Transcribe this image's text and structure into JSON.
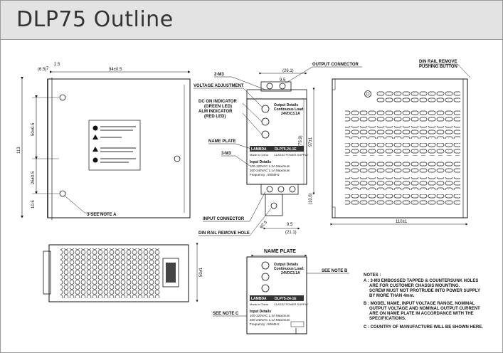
{
  "header": {
    "title": "DLP75 Outline"
  },
  "side_view": {
    "dim_top_a": "(6.5)",
    "dim_top_b": "7",
    "dim_top_c": "2.5",
    "dim_width": "94±0.5",
    "dim_height": "113",
    "dim_upper": "50±0.5",
    "dim_mid": "26±0.5",
    "dim_low": "10.5",
    "note_a": "3-SEE NOTE A"
  },
  "front_view": {
    "label_m3": "2-M3",
    "dim_26": "(26.1)",
    "dim_95": "9.5",
    "output_connector": "OUTPUT CONNECTOR",
    "voltage_adjustment": "VOLTAGE ADJUSTMENT",
    "dc_on_indicator": "DC ON INDICATOR",
    "green_led": "(GREEN LED)",
    "alm_indicator": "ALM INDICATOR",
    "red_led": "(RED LED)",
    "name_plate": "NAME PLATE",
    "label_3m3": "3-M3",
    "dim_97": "97±1",
    "dim_759": "(75.9)",
    "dim_106": "(10.6)",
    "input_connector": "INPUT CONNECTOR",
    "din_rail_remove_hole": "DIN RAIL REMOVE HOLE",
    "dim_95_low": "9.5",
    "dim_211": "(21.1)",
    "dim_phi": "φ2.5"
  },
  "plate": {
    "output_details": "Output Details",
    "continuous_load": "Continuous Load:",
    "continuous_value": "24VDC3.1A",
    "brand": "LAMBDA",
    "model": "DLP75-24-1E",
    "made_in": "Made in China",
    "class_text": "CLASS2 POWER SUPPLY",
    "input_details": "Input Details",
    "input_line1": "100-120VAC 1.3A Maximum",
    "input_line2": "200-240VAC 1.1A Maximum",
    "frequency": "Frequency : 50/60Hz"
  },
  "right_view": {
    "din_rail_remove": "DIN RAIL REMOVE",
    "pushing_button": "PUSHING BUTTON",
    "dim_110": "110±1"
  },
  "bottom_view": {
    "dim_50": "50±1"
  },
  "name_plate_detail": {
    "title": "NAME PLATE",
    "see_note_b": "SEE NOTE B",
    "see_note_c": "SEE NOTE C"
  },
  "notes": {
    "heading": "NOTES :",
    "a1": "A : 3-M3 EMBOSSED TAPPED & COUNTERSUNK HOLES",
    "a2": "ARE FOR CUSTOMER CHASSIS MOUNTING.",
    "a3": "SCREW MUST NOT PROTRUDE INTO POWER SUPPLY",
    "a4": "BY MORE THAN 4mm.",
    "b1": "B : MODEL NAME, INPUT VOLTAGE RANGE, NOMINAL",
    "b2": "OUTPUT VOLTAGE AND NOMINAL OUTPUT CURRENT",
    "b3": "ARE ON NAME PLATE IN ACCORDANCE WITH THE",
    "b4": "SPECIFICATIONS.",
    "c1": "C : COUNTRY OF MANUFACTURE WILL BE SHOWN HERE."
  }
}
